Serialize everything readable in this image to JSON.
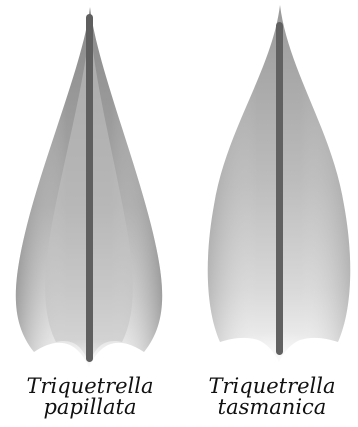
{
  "colors": {
    "blade_light": "#f2f2f2",
    "blade_mid": "#c4c4c4",
    "blade_dark": "#8c8c8c",
    "rib": "#616161",
    "text": "#111111"
  },
  "specimens": [
    {
      "genus": "Triquetrella",
      "species": "papillata",
      "form": "ovate, with distinct lateral margin bands"
    },
    {
      "genus": "Triquetrella",
      "species": "tasmanica",
      "form": "narrower, concave-sided, uniform blade"
    }
  ]
}
